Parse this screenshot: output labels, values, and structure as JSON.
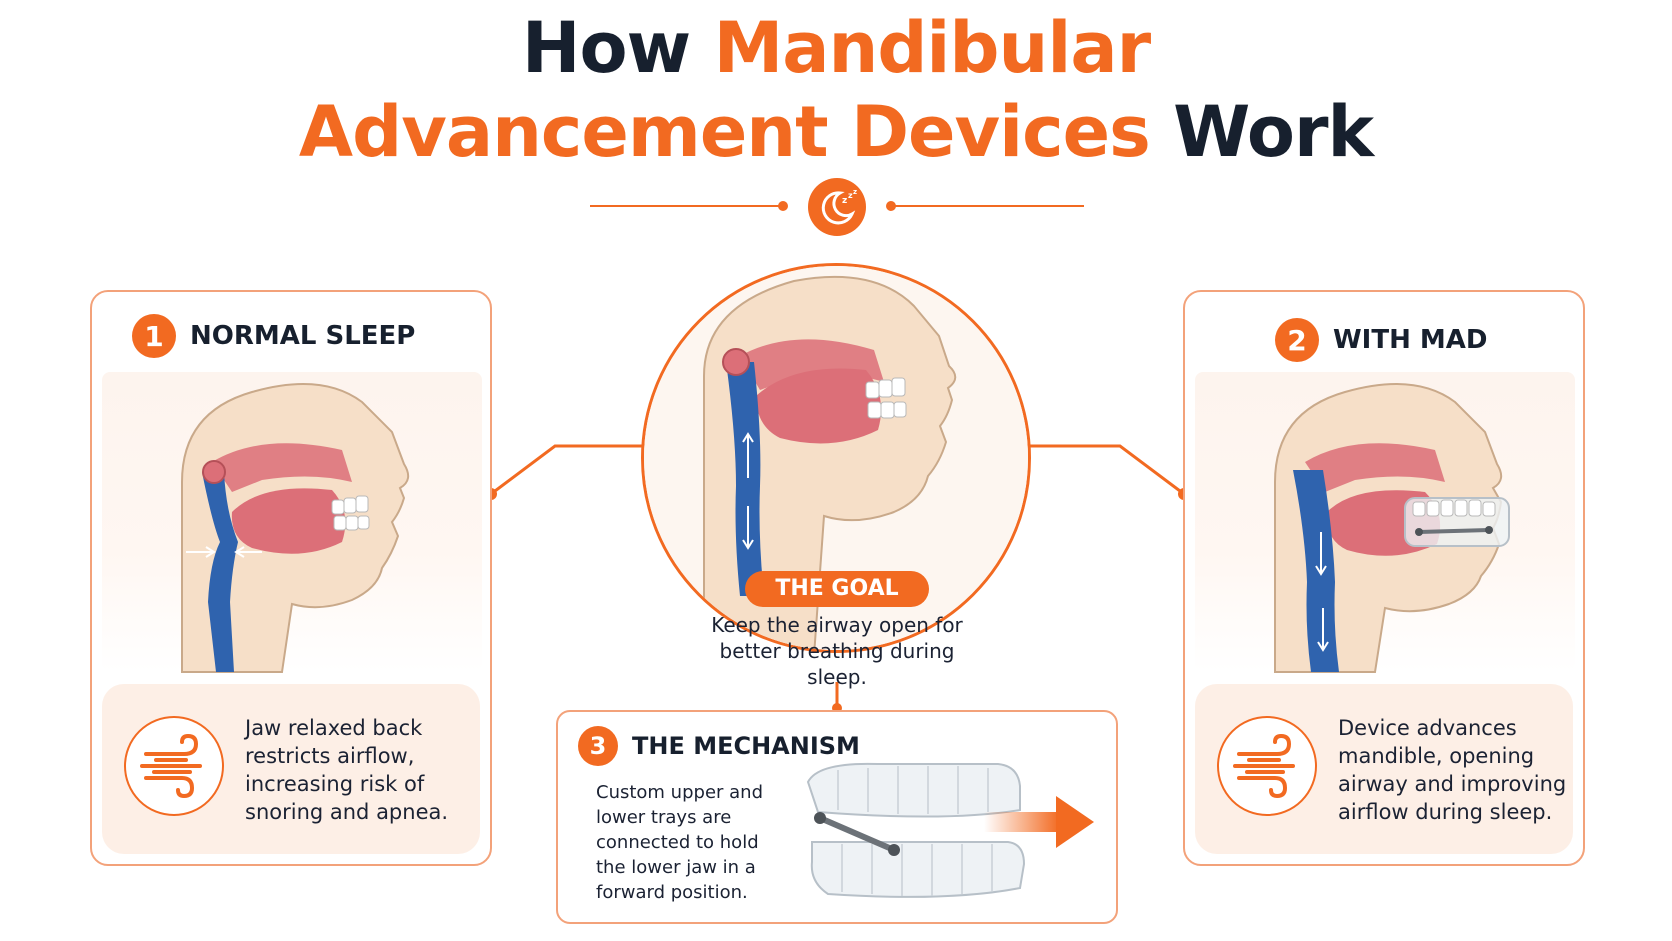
{
  "title": {
    "line1_dark": "How",
    "line1_accent": "Mandibular",
    "line2_accent": "Advancement Devices",
    "line2_dark": "Work"
  },
  "colors": {
    "accent": "#f26a21",
    "accent_light": "#f3a27a",
    "dark_text": "#17202e",
    "airway_blue": "#2f63ae",
    "tissue_pink": "#dc6f78",
    "skin": "#f6dfc8",
    "info_bg": "#fdefe6"
  },
  "icons": {
    "header": "moon-sleep-icon",
    "airflow": "wind-icon",
    "advance": "arrow-right-icon"
  },
  "panels": {
    "left": {
      "number": "1",
      "label": "NORMAL SLEEP",
      "description": "Jaw relaxed back restricts airflow, increasing risk of snoring and apnea."
    },
    "right": {
      "number": "2",
      "label": "WITH MAD",
      "description": "Device advances mandible, opening airway and improving airflow during sleep."
    }
  },
  "goal": {
    "label": "THE GOAL",
    "text": "Keep the airway open for better breathing during sleep."
  },
  "mechanism": {
    "number": "3",
    "label": "THE MECHANISM",
    "text": "Custom upper and lower trays are connected to hold the lower jaw in a forward position."
  }
}
